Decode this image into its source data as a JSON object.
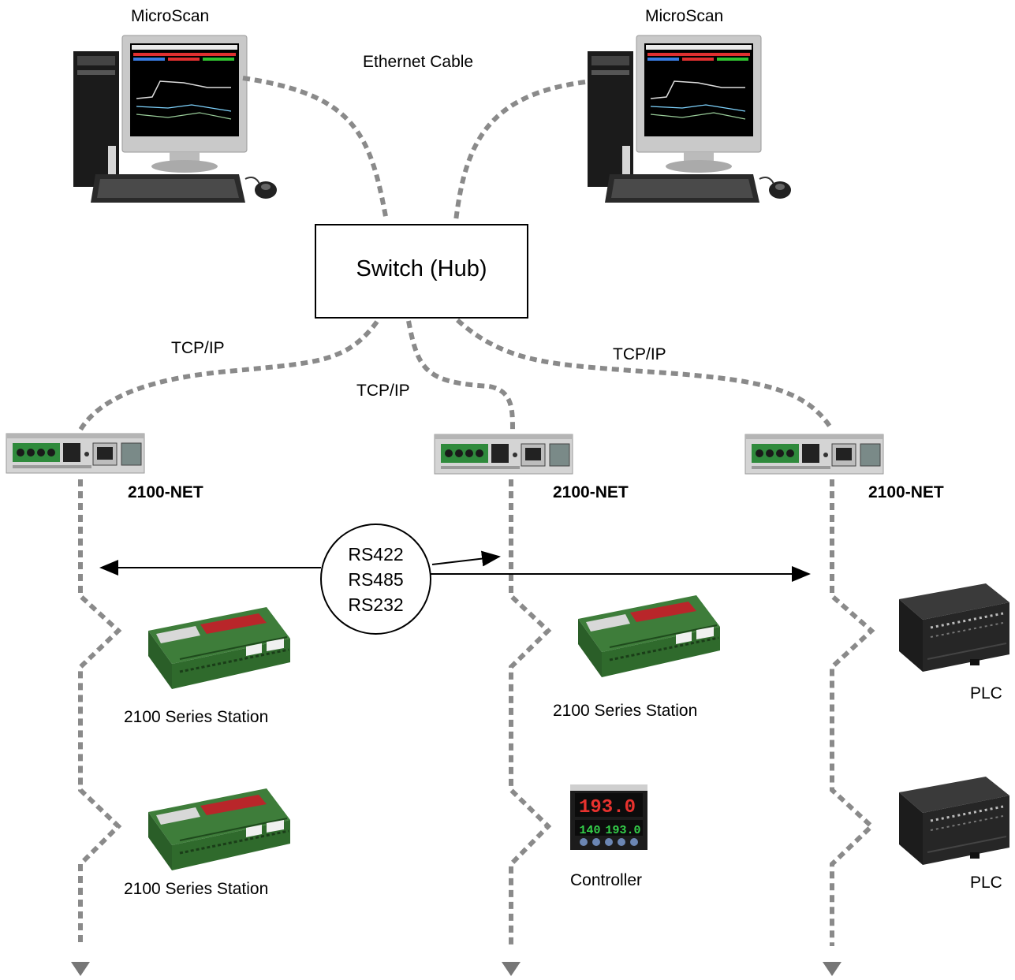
{
  "top": {
    "computer_left_label": "MicroScan",
    "computer_right_label": "MicroScan",
    "ethernet_label": "Ethernet Cable"
  },
  "switch": {
    "label": "Switch (Hub)"
  },
  "links": {
    "tcp_left": "TCP/IP",
    "tcp_center": "TCP/IP",
    "tcp_right": "TCP/IP"
  },
  "gateways": {
    "left": "2100-NET",
    "center": "2100-NET",
    "right": "2100-NET"
  },
  "serial": {
    "protocols": [
      "RS422",
      "RS485",
      "RS232"
    ]
  },
  "devices": {
    "left_1": "2100 Series Station",
    "left_2": "2100 Series Station",
    "center_1": "2100 Series Station",
    "center_2": "Controller",
    "right_1": "PLC",
    "right_2": "PLC"
  },
  "controller_display": {
    "pv": "193.0",
    "sv_a": "140",
    "sv_b": "193.0"
  },
  "colors": {
    "cable": "#8a8a8a",
    "module_green": "#3f7a3a",
    "plc_body": "#2b2b2b",
    "accent_red": "#c8262a"
  }
}
